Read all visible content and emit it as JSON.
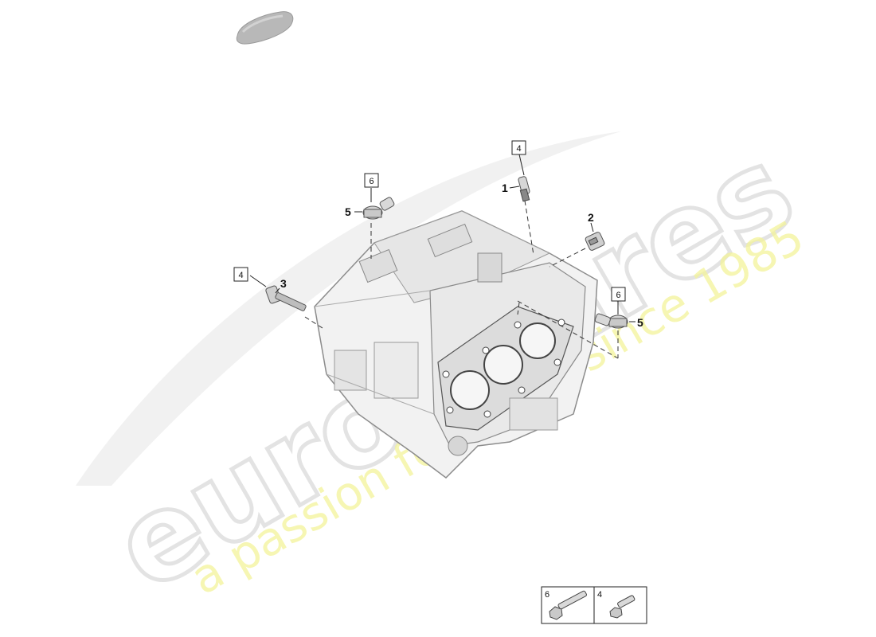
{
  "watermark": {
    "brand": "eurospares",
    "tagline": "a passion for parts since 1985"
  },
  "callouts": {
    "part1": "1",
    "part2": "2",
    "part3": "3",
    "part5_left": "5",
    "part5_right": "5"
  },
  "boxes": {
    "ref_top_left": "6",
    "ref_top_right": "4",
    "ref_left": "4",
    "ref_right": "6"
  },
  "legend": {
    "cell_a": "6",
    "cell_b": "4"
  }
}
